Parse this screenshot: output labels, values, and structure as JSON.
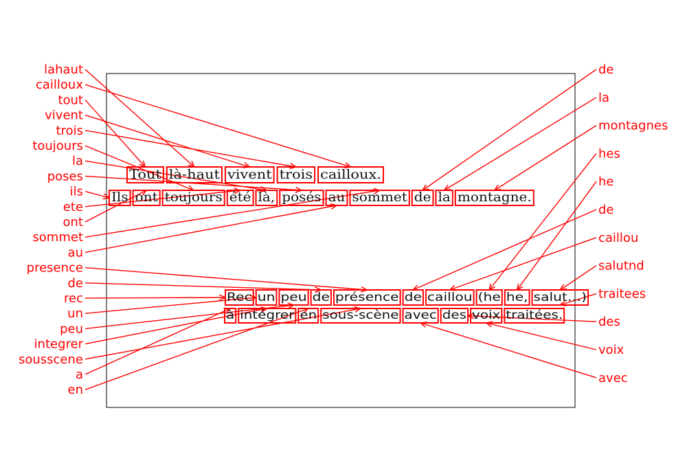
{
  "colors": {
    "annotation": "#ff0000",
    "text": "#111111",
    "frame": "#000000"
  },
  "lines": [
    {
      "id": "line-1",
      "style": "serif",
      "words": [
        "Tout",
        "là-haut",
        "vivent",
        "trois",
        "cailloux."
      ]
    },
    {
      "id": "line-2",
      "style": "serif",
      "words": [
        "Ils",
        "ont",
        "toujours",
        "été",
        "là,",
        "posés",
        "au",
        "sommet",
        "de",
        "la",
        "montagne."
      ]
    },
    {
      "id": "line-3",
      "style": "sans",
      "words": [
        "Rec",
        "un",
        "peu",
        "de",
        "présence",
        "de",
        "caillou",
        "(he",
        "he,",
        "salut…)"
      ]
    },
    {
      "id": "line-4",
      "style": "sans",
      "words": [
        "à",
        "intégrer",
        "en",
        "sous-scène",
        "avec",
        "des",
        "voix",
        "traitées."
      ]
    }
  ],
  "left_labels": [
    "lahaut",
    "cailloux",
    "tout",
    "vivent",
    "trois",
    "toujours",
    "la",
    "poses",
    "ils",
    "ete",
    "ont",
    "sommet",
    "au",
    "presence",
    "de",
    "rec",
    "un",
    "peu",
    "integrer",
    "sousscene",
    "a",
    "en"
  ],
  "right_labels": [
    "de",
    "la",
    "montagnes",
    "hes",
    "he",
    "de",
    "caillou",
    "salutnd",
    "traitees",
    "des",
    "voix",
    "avec"
  ]
}
